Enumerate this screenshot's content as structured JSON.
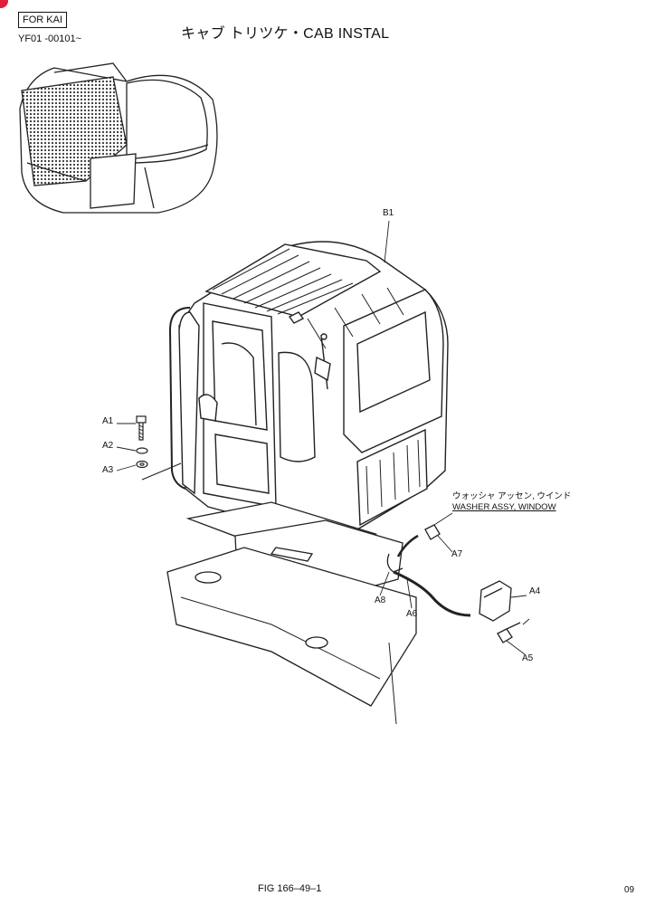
{
  "header": {
    "model_badge": "FOR KAI",
    "serial_range": "YF01 -00101~",
    "title": "キャブ トリツケ・CAB INSTAL"
  },
  "callouts": {
    "b1": "B1",
    "a1": "A1",
    "a2": "A2",
    "a3": "A3",
    "a4": "A4",
    "a5": "A5",
    "a6": "A6",
    "a7": "A7",
    "a8": "A8"
  },
  "legend": {
    "jp": "ウォッシャ アッセン, ウインド",
    "en": "WASHER ASSY, WINDOW"
  },
  "footer": {
    "figure": "FIG 166–49–1",
    "page": "09"
  },
  "colors": {
    "line": "#222222",
    "watermark": "#e8a3ab",
    "corner_mark": "#e0203a"
  }
}
